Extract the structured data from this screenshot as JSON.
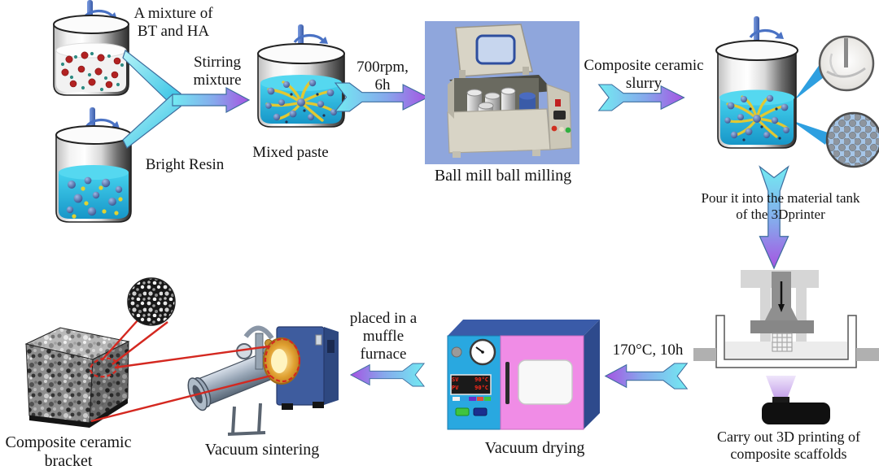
{
  "figure": {
    "description": "Process flow for 3D printing of composite ceramic scaffolds",
    "background": "#FFFFFF"
  },
  "labels": {
    "bt_ha": "A mixture of\nBT and HA",
    "bright_resin": "Bright Resin",
    "stirring": "Stirring\nmixture",
    "mixed_paste": "Mixed paste",
    "milling_params": "700rpm,\n6h",
    "ball_mill": "Ball mill ball milling",
    "slurry": "Composite ceramic\nslurry",
    "pour": "Pour it into the material tank\nof the 3Dprinter",
    "printing": "Carry out 3D printing of\ncomposite scaffolds",
    "drying_params": "170°C, 10h",
    "vacuum_drying": "Vacuum drying",
    "muffle": "placed in a\nmuffle\nfurnace",
    "vacuum_sintering": "Vacuum sintering",
    "bracket": "Composite ceramic\nbracket"
  },
  "oven_display": {
    "sv_label": "SV",
    "sv_value": "90°C",
    "pv_label": "PV",
    "pv_value": "90°C"
  },
  "colors": {
    "arrow_cyan": "#72EBF2",
    "arrow_purple": "#A653E2",
    "liquid_blue": "#2BBCE4",
    "fiber_yellow": "#E2C832",
    "sphere_blue": "#33539E",
    "accent_red": "#D42820",
    "oven_blue": "#29A8E0",
    "oven_pink": "#F08CE6",
    "oven_dark_blue": "#3A5BA8",
    "photo_background": "#8FA6DC",
    "rod_blue": "#4A72C4"
  }
}
